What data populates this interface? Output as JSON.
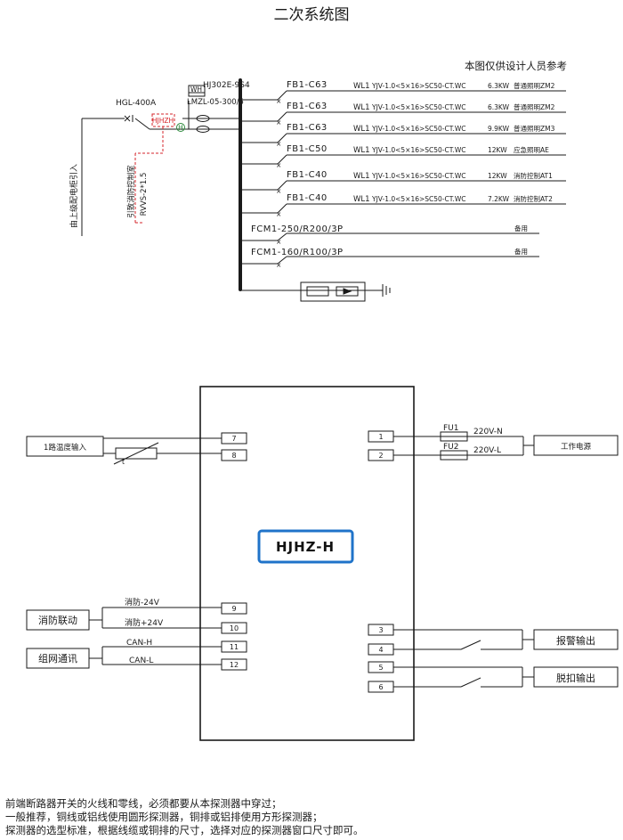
{
  "title": "二次系统图",
  "reference_note": "本图仅供设计人员参考",
  "incoming": {
    "breaker": "HGL-400A",
    "meter": "HJ302E-9S4",
    "meter_icon": "WH",
    "ct": "LMZL-05-300/5",
    "detector_box": "HJHZH",
    "source_note": "由上级配电柜引入",
    "fire_cable_note": "引致消防控制室",
    "fire_cable": "RVVS-2*1.5",
    "h_mark": "H"
  },
  "circuits": [
    {
      "breaker": "FB1-C63",
      "line": "WL1",
      "cable": "YJV-1.0<5×16>SC50-CT.WC",
      "power": "6.3KW",
      "load": "普通照明ZM2"
    },
    {
      "breaker": "FB1-C63",
      "line": "WL1",
      "cable": "YJV-1.0<5×16>SC50-CT.WC",
      "power": "6.3KW",
      "load": "普通照明ZM2"
    },
    {
      "breaker": "FB1-C63",
      "line": "WL1",
      "cable": "YJV-1.0<5×16>SC50-CT.WC",
      "power": "9.9KW",
      "load": "普通照明ZM3"
    },
    {
      "breaker": "FB1-C50",
      "line": "WL1",
      "cable": "YJV-1.0<5×16>SC50-CT.WC",
      "power": "12KW",
      "load": "应急照明AE"
    },
    {
      "breaker": "FB1-C40",
      "line": "WL1",
      "cable": "YJV-1.0<5×16>SC50-CT.WC",
      "power": "12KW",
      "load": "消防控制AT1"
    },
    {
      "breaker": "FB1-C40",
      "line": "WL1",
      "cable": "YJV-1.0<5×16>SC50-CT.WC",
      "power": "7.2KW",
      "load": "消防控制AT2"
    }
  ],
  "spares": [
    {
      "breaker": "FCM1-250/R200/3P",
      "label": "备用"
    },
    {
      "breaker": "FCM1-160/R100/3P",
      "label": "备用"
    }
  ],
  "device": {
    "model": "HJHZ-H",
    "terminals": {
      "t1": "1",
      "t2": "2",
      "t3": "3",
      "t4": "4",
      "t5": "5",
      "t6": "6",
      "t7": "7",
      "t8": "8",
      "t9": "9",
      "t10": "10",
      "t11": "11",
      "t12": "12"
    }
  },
  "inputs": {
    "temp": "1路温度输入",
    "fire_link": "消防联动",
    "fire_minus": "消防-24V",
    "fire_plus": "消防+24V",
    "network": "组网通讯",
    "can_h": "CAN-H",
    "can_l": "CAN-L",
    "thermistor_mark": "t"
  },
  "outputs": {
    "fu1": "FU1",
    "fu2": "FU2",
    "v_n": "220V-N",
    "v_l": "220V-L",
    "power": "工作电源",
    "alarm": "报警输出",
    "trip": "脱扣输出"
  },
  "footer": [
    "前端断路器开关的火线和零线，必须都要从本探测器中穿过；",
    "一般推荐，铜线或铝线使用圆形探测器，铜排或铝排使用方形探测器；",
    "探测器的选型标准，根据线缆或铜排的尺寸，选择对应的探测器窗口尺寸即可。"
  ]
}
